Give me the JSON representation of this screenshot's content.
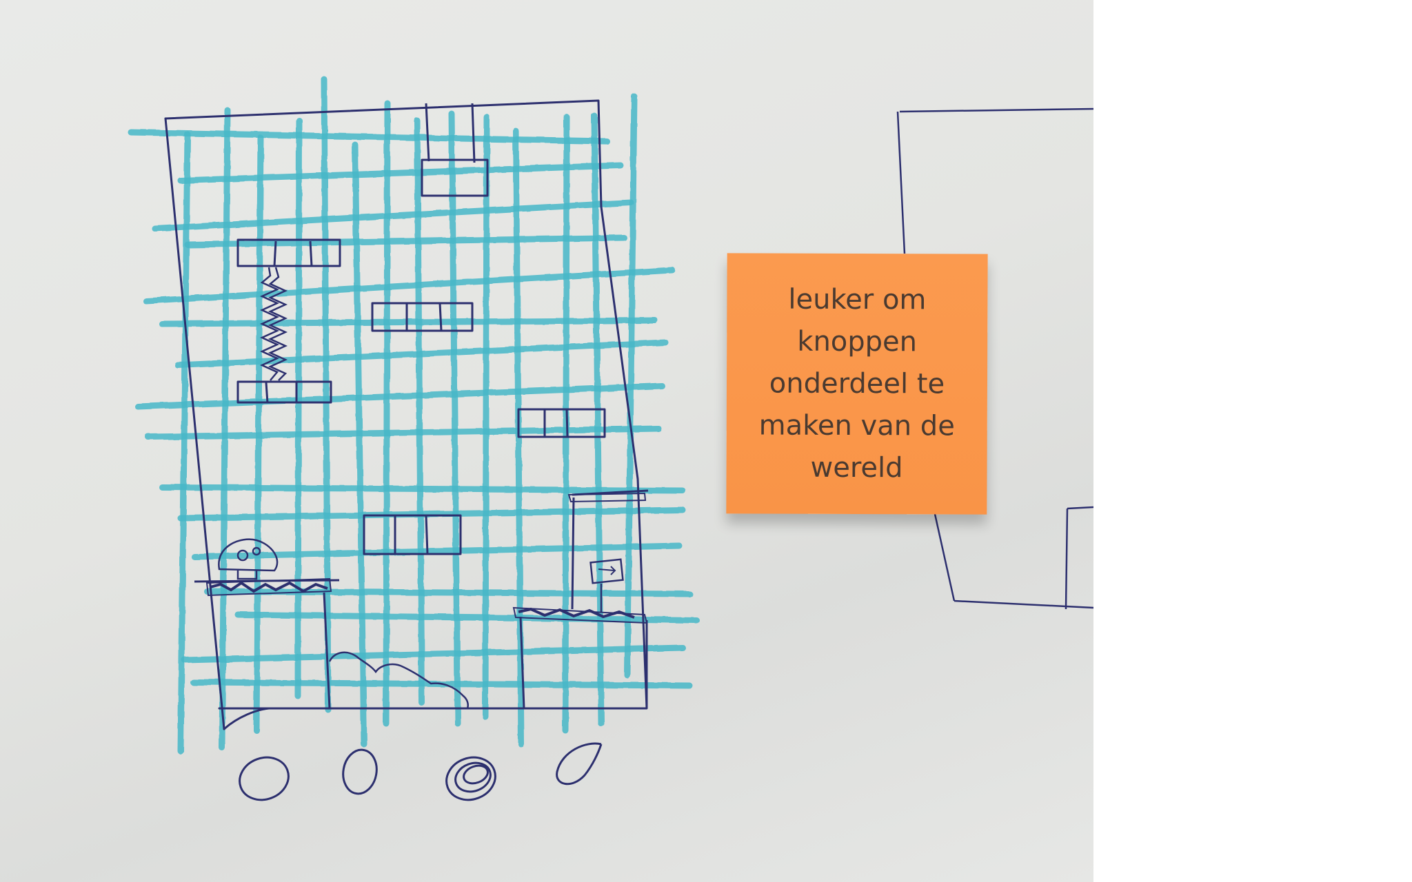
{
  "sticky_note": {
    "text": "leuker om knoppen onderdeel te maken van de wereld",
    "color": "#f99447"
  },
  "sketch": {
    "ink_color": "#2c2f6e",
    "grid_color": "#46b8c8",
    "paper_color": "#e6e7e5",
    "elements": [
      "phone-frame",
      "level-grid",
      "platform-blocks",
      "spring",
      "mushroom",
      "bush",
      "flag",
      "control-buttons"
    ]
  }
}
